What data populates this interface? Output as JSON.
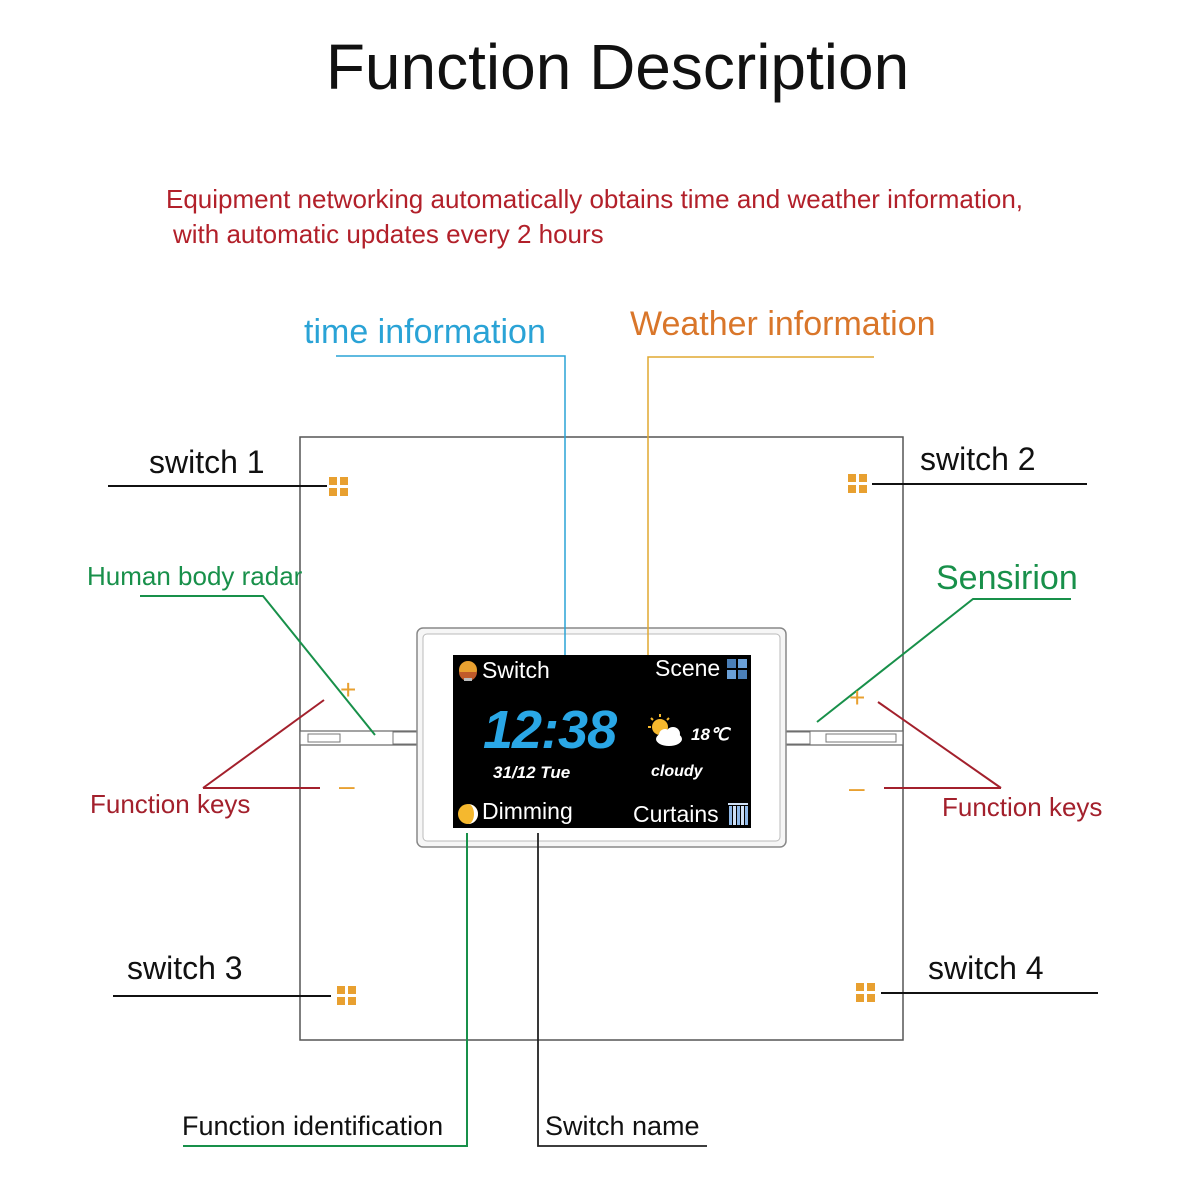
{
  "title": "Function Description",
  "intro": {
    "line1": "Equipment networking automatically obtains time and weather information,",
    "line2": "with automatic updates every 2 hours"
  },
  "labels": {
    "time_information": "time information",
    "weather_information": "Weather information",
    "switch1": "switch 1",
    "switch2": "switch 2",
    "switch3": "switch 3",
    "switch4": "switch 4",
    "human_body_radar": "Human body radar",
    "sensirion": "Sensirion",
    "function_keys_left": "Function keys",
    "function_keys_right": "Function keys",
    "function_identification": "Function identification",
    "switch_name": "Switch name"
  },
  "keys": {
    "plus": "+",
    "minus": "–"
  },
  "screen": {
    "top_left": "Switch",
    "top_right": "Scene",
    "time": "12:38",
    "date": "31/12  Tue",
    "temperature": "18℃",
    "condition": "cloudy",
    "bottom_left": "Dimming",
    "bottom_right": "Curtains"
  },
  "colors": {
    "accent_orange": "#e8a030",
    "callout_blue": "#2aa3d6",
    "callout_orange": "#e0a830",
    "callout_green": "#18904a",
    "callout_red": "#a3202c"
  },
  "icons": {
    "switch_indicator": "four-square-grid-icon",
    "switch_function": "bulb-icon",
    "scene_function": "scene-tiles-icon",
    "weather": "partly-cloudy-icon",
    "dimming_function": "half-moon-icon",
    "curtains_function": "curtain-icon"
  }
}
